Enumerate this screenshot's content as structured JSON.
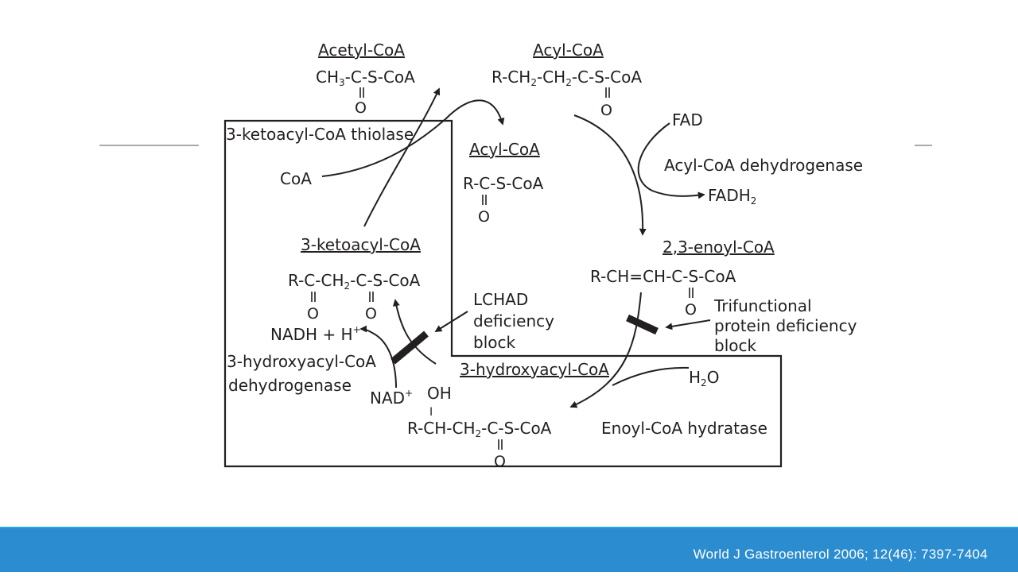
{
  "diagram": {
    "acetyl_coa": {
      "title": "Acetyl-CoA",
      "formula": "CH",
      "sub": "3",
      "formula_rest": "-C-S-CoA",
      "o": "O"
    },
    "acyl_coa_top": {
      "title": "Acyl-CoA",
      "part1": "R-CH",
      "sub1": "2",
      "part2": "-CH",
      "sub2": "2",
      "part3": "-C-S-CoA",
      "o": "O"
    },
    "thiolase": "3-ketoacyl-CoA thiolase",
    "coa": "CoA",
    "acyl_coa_short": {
      "title": "Acyl-CoA",
      "formula": "R-C-S-CoA",
      "o": "O"
    },
    "fad": "FAD",
    "acyl_coa_dehydrogenase": "Acyl-CoA dehydrogenase",
    "fadh2": {
      "main": "FADH",
      "sub": "2"
    },
    "enoyl_coa": {
      "title": "2,3-enoyl-CoA",
      "formula": "R-CH=CH-C-S-CoA",
      "o": "O"
    },
    "ketoacyl_coa": {
      "title": "3-ketoacyl-CoA",
      "part1": "R-C-CH",
      "sub": "2",
      "part2": "-C-S-CoA",
      "o1": "O",
      "o2": "O"
    },
    "lchad": {
      "line1": "LCHAD",
      "line2": "deficiency",
      "line3": "block"
    },
    "tfp": {
      "line1": "Trifunctional",
      "line2": "protein deficiency",
      "line3": "block"
    },
    "nadh": {
      "main": "NADH + H",
      "sup": "+"
    },
    "hydroxyacyl_dehydrogenase": {
      "line1": "3-hydroxyacyl-CoA",
      "line2": "dehydrogenase"
    },
    "nad": {
      "main": "NAD",
      "sup": "+"
    },
    "hydroxyacyl_coa": {
      "title": "3-hydroxyacyl-CoA",
      "oh": "OH",
      "bar": "I",
      "part1": "R-CH-CH",
      "sub": "2",
      "part2": "-C-S-CoA",
      "o": "O"
    },
    "h2o": {
      "h": "H",
      "sub": "2",
      "o": "O"
    },
    "enoyl_hydratase": "Enoyl-CoA hydratase"
  },
  "footer": {
    "citation": "World J Gastroenterol  2006; 12(46): 7397-7404"
  },
  "colors": {
    "footer_bar": "#2b8ccf",
    "footer_accent": "#1fa9df",
    "ink": "#231f20"
  }
}
